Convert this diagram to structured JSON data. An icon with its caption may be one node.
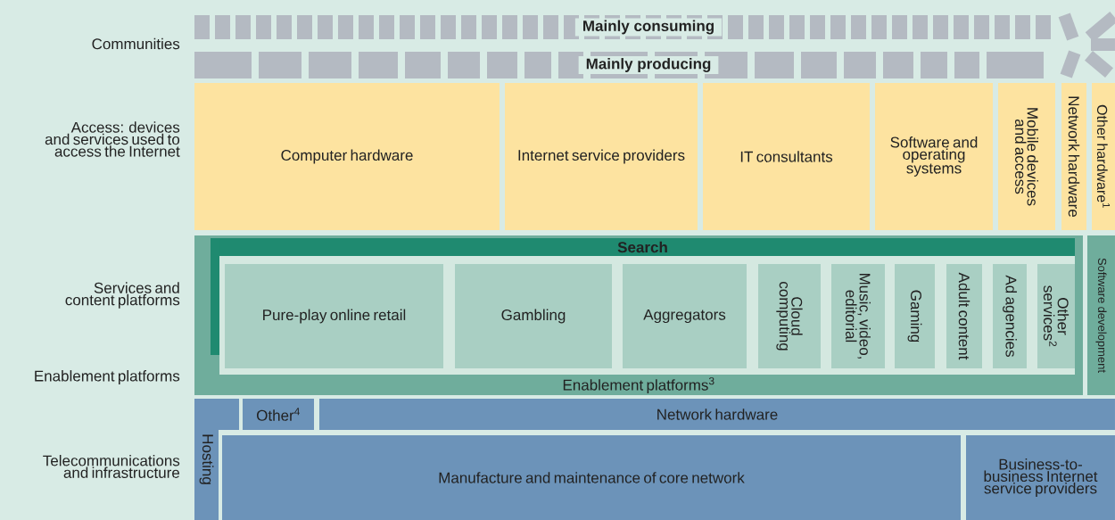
{
  "diagram": {
    "nodes": [
      {
        "text": [
          "Mainly consuming"
        ]
      },
      {
        "text": [
          "Mainly producing"
        ]
      },
      {
        "text": [
          "Computer hardware"
        ]
      },
      {
        "text": [
          "Internet service providers"
        ]
      },
      {
        "text": [
          "IT consultants"
        ]
      },
      {
        "text": [
          "Software and operating systems"
        ]
      },
      {
        "text": [
          "Mobile devices and access"
        ]
      },
      {
        "text": [
          "Network hardware"
        ]
      },
      {
        "text": [
          "Other hardware$^{1}$"
        ]
      },
      {
        "text": [
          "Enablement platforms$^{3}$"
        ]
      },
      {
        "text": [
          "Search"
        ],
        "in": 9
      },
      {
        "text": [
          "Pure-play online retail"
        ],
        "in": 9
      },
      {
        "text": [
          "Gambling"
        ],
        "in": 9
      },
      {
        "text": [
          "Aggregators"
        ],
        "in": 9
      },
      {
        "text": [
          "Cloud computing"
        ],
        "in": 9
      },
      {
        "text": [
          "Music, video, editorial"
        ],
        "in": 9
      },
      {
        "text": [
          "Gaming"
        ],
        "in": 9
      },
      {
        "text": [
          "Adult content"
        ],
        "in": 9
      },
      {
        "text": [
          "Ad agencies"
        ],
        "in": 9
      },
      {
        "text": [
          "Other services$^{2}$"
        ],
        "in": 9
      },
      {
        "text": [
          "Software development"
        ]
      },
      {
        "text": [
          "Hosting"
        ]
      },
      {
        "text": [
          "Other$^{4}$"
        ]
      },
      {
        "text": [
          "Network hardware"
        ]
      },
      {
        "text": [
          "Manufacture and maintenance of core network"
        ]
      },
      {
        "text": [
          "Business-to-business Internet service providers"
        ]
      }
    ],
    "labels": [
      "Communities",
      "Access: devices and services used to access the Internet",
      "Services and content platforms",
      "Enablement platforms",
      "Telecommunications and infrastructure"
    ]
  }
}
